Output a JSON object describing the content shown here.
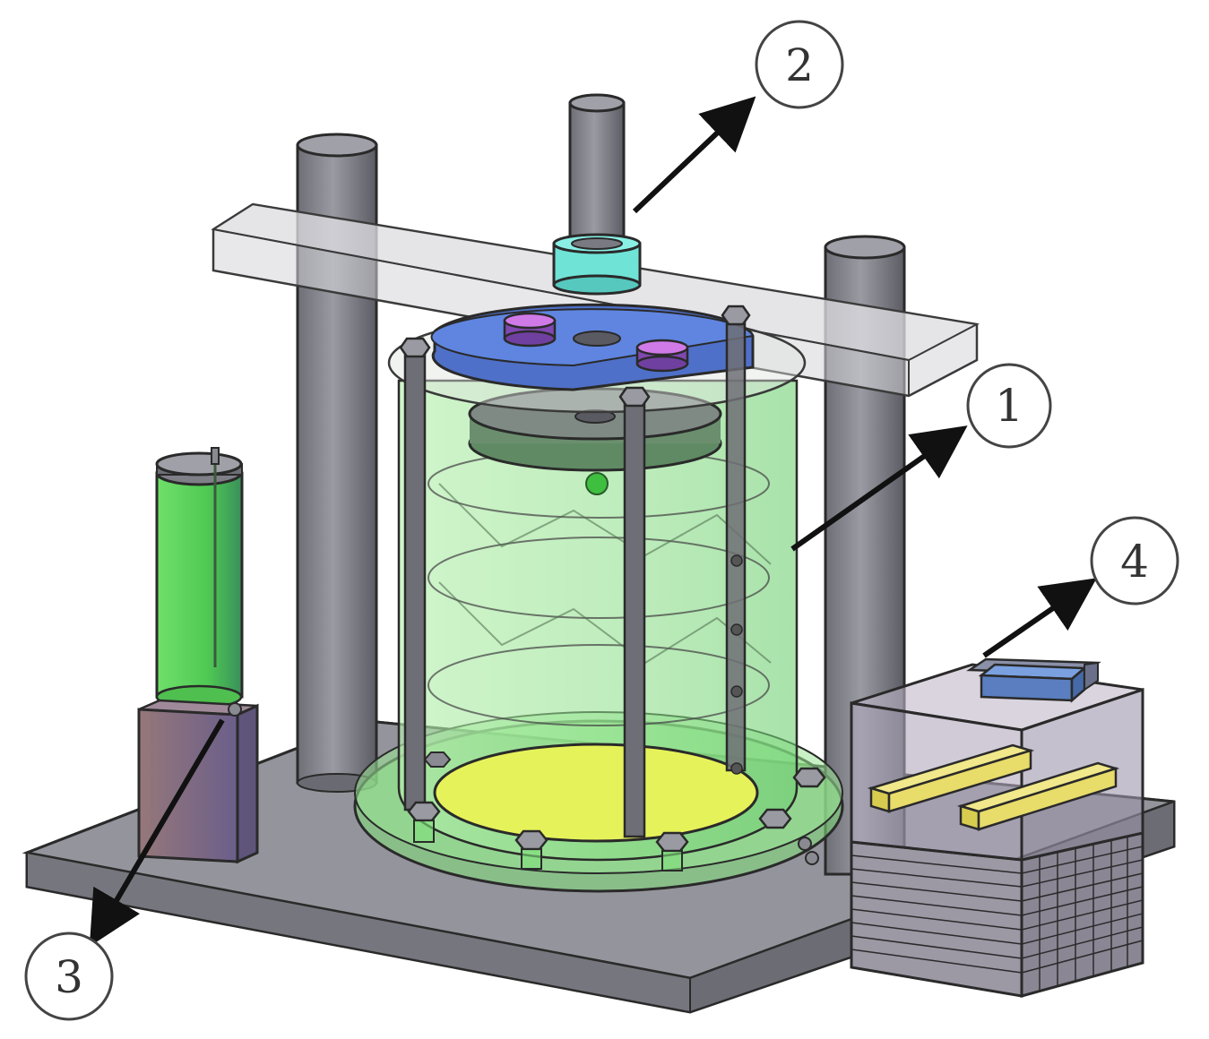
{
  "callouts": [
    {
      "id": "1",
      "label": "1"
    },
    {
      "id": "2",
      "label": "2"
    },
    {
      "id": "3",
      "label": "3"
    },
    {
      "id": "4",
      "label": "4"
    }
  ],
  "colors": {
    "outline": "#2a2a2a",
    "base_plate": "#8a8a92",
    "column": "#84848c",
    "crossbar": "#c4c4c8",
    "cylinder_fill": "#8fe08a",
    "lid_blue": "#5a7fd8",
    "knob_magenta": "#c070d8",
    "collar_cyan": "#6fe3d6",
    "floor_yellow": "#e6f25a",
    "reservoir_green": "#5fd55f",
    "pedestal": "#7f6a86",
    "box_fill": "#a8a0b0",
    "heater_yellow": "#e8dc6a",
    "sensor_blue": "#5a7ec0",
    "arrow": "#111111"
  },
  "icons": [
    "hex-bolt-icon",
    "arrow-icon",
    "circled-number-icon"
  ]
}
